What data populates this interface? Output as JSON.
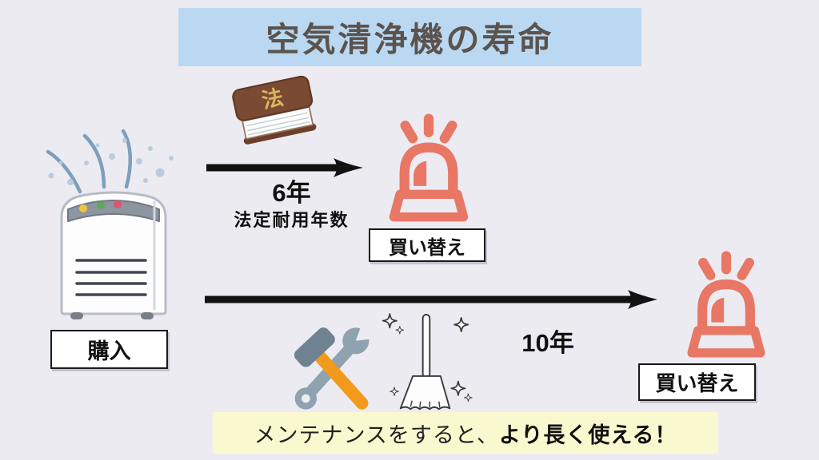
{
  "title": {
    "label": "空気清浄機の寿命"
  },
  "start": {
    "label": "購入"
  },
  "legal_path": {
    "duration": "6年",
    "duration_note": "法定耐用年数",
    "outcome": "買い替え"
  },
  "maintenance_path": {
    "duration": "10年",
    "outcome": "買い替え"
  },
  "footer": {
    "prefix": "メンテナンスをすると、",
    "emphasis": "より長く使える！"
  },
  "book": {
    "cover_character": "法"
  },
  "colors": {
    "background": "#EDEBF2",
    "title_banner": "#BAD8F1",
    "title_text": "#5B534E",
    "siren": "#E87765",
    "footer_banner": "#FAF8CE",
    "book_cover": "#7A4A33",
    "book_character_gold": "#D8B45E",
    "steel_gray": "#8FA2B0",
    "hammer_head": "#6E8291",
    "handle_orange": "#F39A1C",
    "air_stream_blue": "#7E9EBC",
    "arrow": "#121212"
  }
}
